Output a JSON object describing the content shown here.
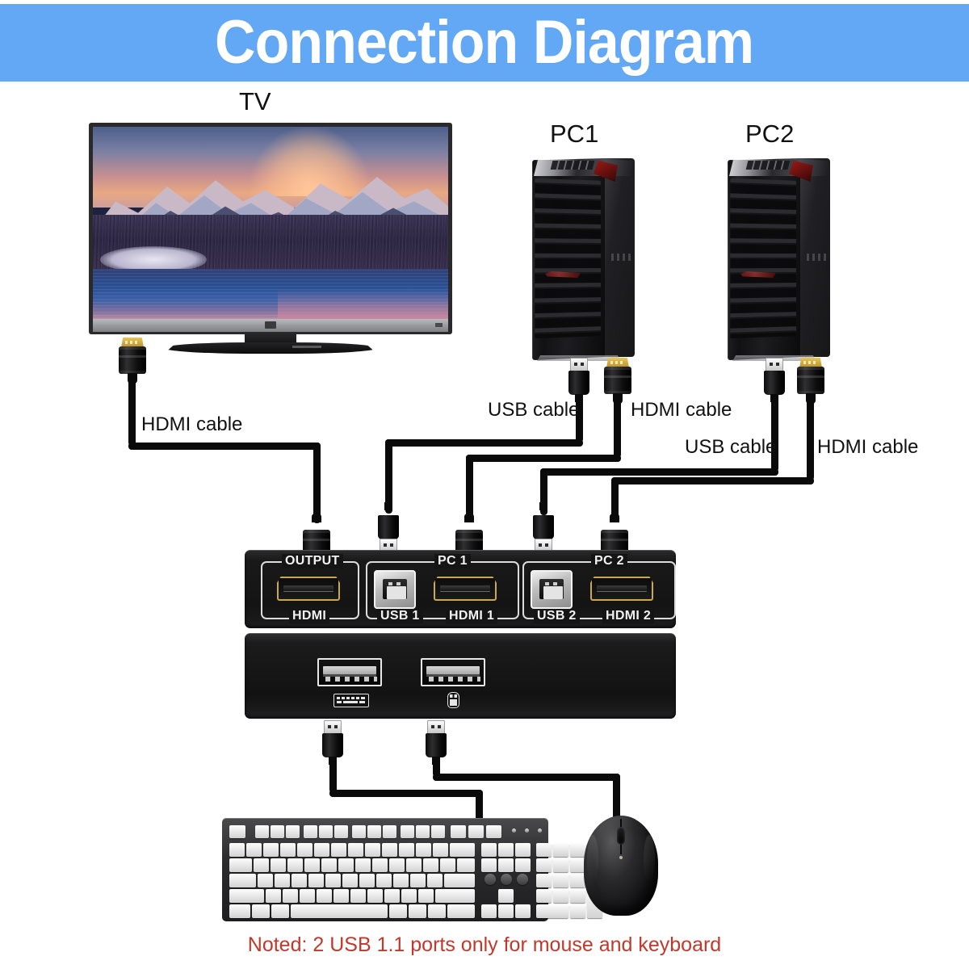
{
  "banner": {
    "title": "Connection Diagram",
    "color": "#62a8f5",
    "text_color": "#ffffff"
  },
  "devices": {
    "tv": {
      "label": "TV",
      "screen_content": "snow-capped mountain landscape at sunset with lake reflection"
    },
    "pc1": {
      "label": "PC1"
    },
    "pc2": {
      "label": "PC2"
    }
  },
  "kvm_switch": {
    "top_panel": {
      "groups": [
        {
          "name": "OUTPUT",
          "top_label": "OUTPUT",
          "bottom_label": "HDMI",
          "port_type": "hdmi"
        },
        {
          "name": "PC 1",
          "top_label": "PC 1",
          "left_label": "USB 1",
          "right_label": "HDMI 1",
          "port_types": [
            "usb-b",
            "hdmi"
          ]
        },
        {
          "name": "PC 2",
          "top_label": "PC 2",
          "left_label": "USB 2",
          "right_label": "HDMI 2",
          "port_types": [
            "usb-b",
            "hdmi"
          ]
        }
      ]
    },
    "bottom_panel": {
      "ports": [
        {
          "type": "usb-a",
          "icon": "keyboard-icon"
        },
        {
          "type": "usb-a",
          "icon": "mouse-icon"
        }
      ]
    }
  },
  "cables": [
    {
      "id": "tv-hdmi",
      "label": "HDMI cable",
      "from": "TV",
      "to": "OUTPUT HDMI"
    },
    {
      "id": "pc1-usb",
      "label": "USB cable",
      "from": "PC1",
      "to": "USB 1"
    },
    {
      "id": "pc1-hdmi",
      "label": "HDMI cable",
      "from": "PC1",
      "to": "HDMI 1"
    },
    {
      "id": "pc2-usb",
      "label": "USB cable",
      "from": "PC2",
      "to": "USB 2"
    },
    {
      "id": "pc2-hdmi",
      "label": "HDMI cable",
      "from": "PC2",
      "to": "HDMI 2"
    }
  ],
  "peripherals": {
    "keyboard": {
      "name": "keyboard"
    },
    "mouse": {
      "name": "mouse"
    }
  },
  "note": {
    "text": "Noted: 2 USB 1.1 ports only for mouse and  keyboard",
    "color": "#c0392b"
  }
}
